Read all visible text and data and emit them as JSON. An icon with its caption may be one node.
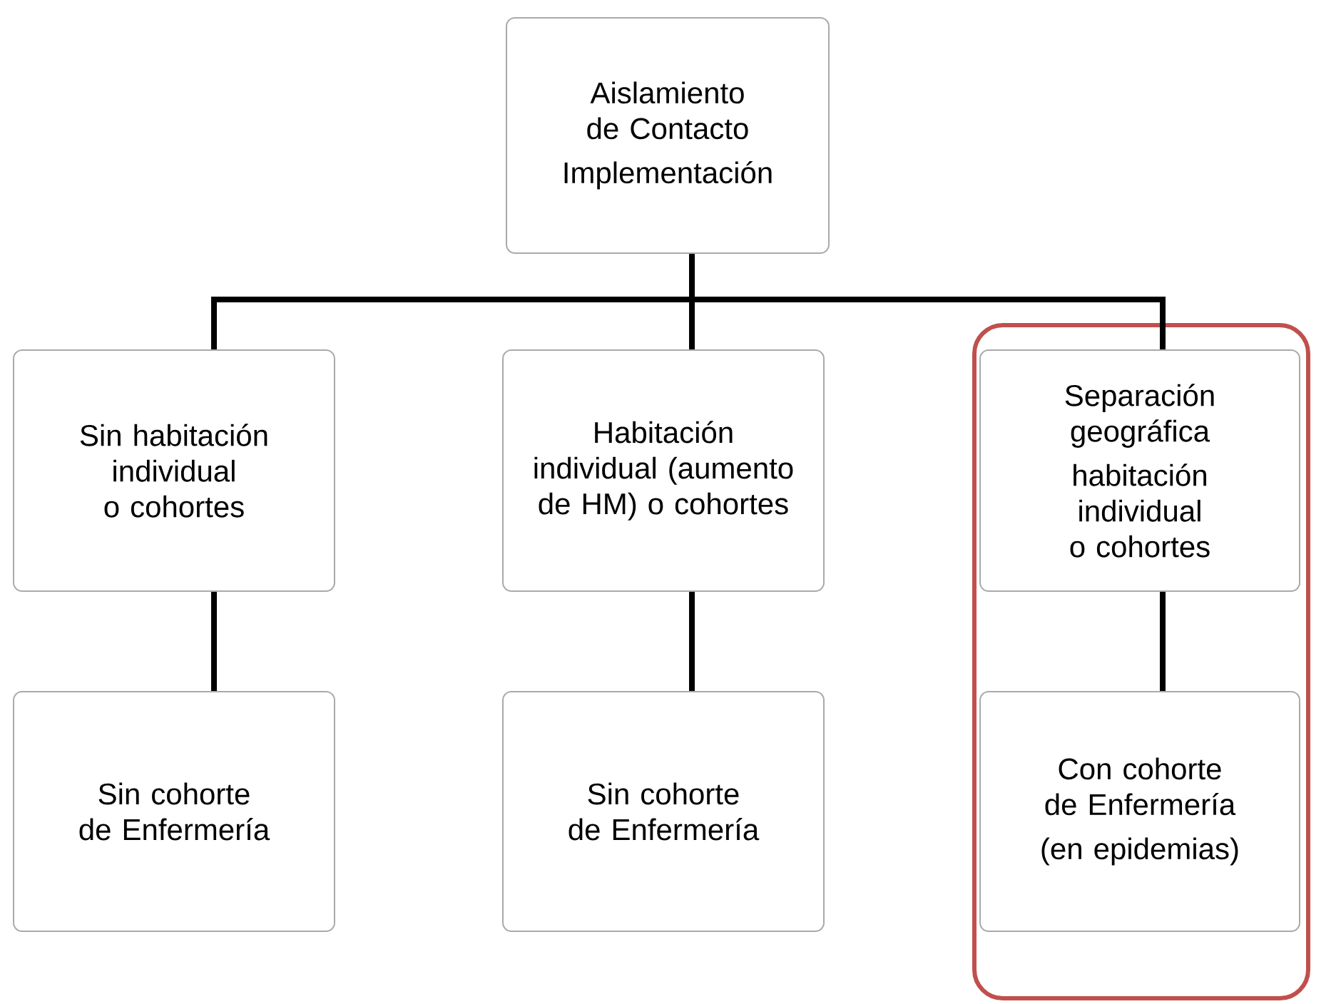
{
  "diagram": {
    "nodes": [
      {
        "text": [
          "Aislamiento de Contacto",
          "Implementación"
        ]
      },
      {
        "text": [
          "Sin habitación individual o cohortes"
        ]
      },
      {
        "text": [
          "Habitación individual (aumento de HM) o cohortes"
        ]
      },
      {
        "text": [
          "Separación geográfica",
          "habitación individual o cohortes"
        ]
      },
      {
        "text": [
          "Sin cohorte de Enfermería"
        ]
      },
      {
        "text": [
          "Sin cohorte de Enfermería"
        ]
      },
      {
        "text": [
          "Con cohorte de Enfermería",
          "(en epidemias)"
        ]
      }
    ],
    "edges": [
      {
        "from": 0,
        "to": 1,
        "arrow": "none"
      },
      {
        "from": 0,
        "to": 2,
        "arrow": "none"
      },
      {
        "from": 0,
        "to": 3,
        "arrow": "none"
      },
      {
        "from": 1,
        "to": 4,
        "arrow": "none"
      },
      {
        "from": 2,
        "to": 5,
        "arrow": "none"
      },
      {
        "from": 3,
        "to": 6,
        "arrow": "none"
      }
    ]
  }
}
